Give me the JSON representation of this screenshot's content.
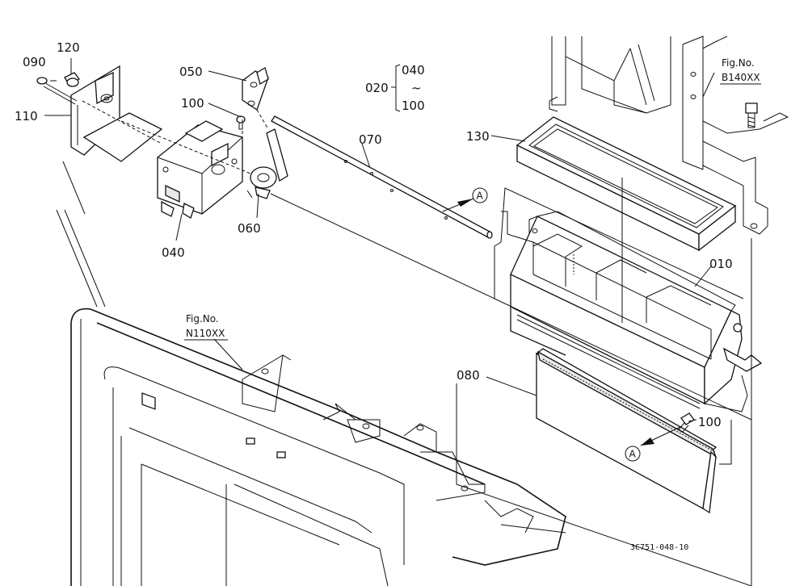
{
  "diagram": {
    "drawing_code": "3C751-048-10",
    "callouts": {
      "p090": "090",
      "p120": "120",
      "p110": "110",
      "p050": "050",
      "p100_top": "100",
      "p040": "040",
      "p060": "060",
      "p070": "070",
      "p130": "130",
      "p010": "010",
      "p080": "080",
      "p100_bottom": "100",
      "p020": "020"
    },
    "group_020": {
      "from": "040",
      "tilde": "~",
      "to": "100"
    },
    "ref_a_top": "A",
    "ref_a_bottom": "A",
    "fig_ref_top": {
      "label": "Fig.No.",
      "code": "B140XX"
    },
    "fig_ref_bottom": {
      "label": "Fig.No.",
      "code": "N110XX"
    }
  }
}
